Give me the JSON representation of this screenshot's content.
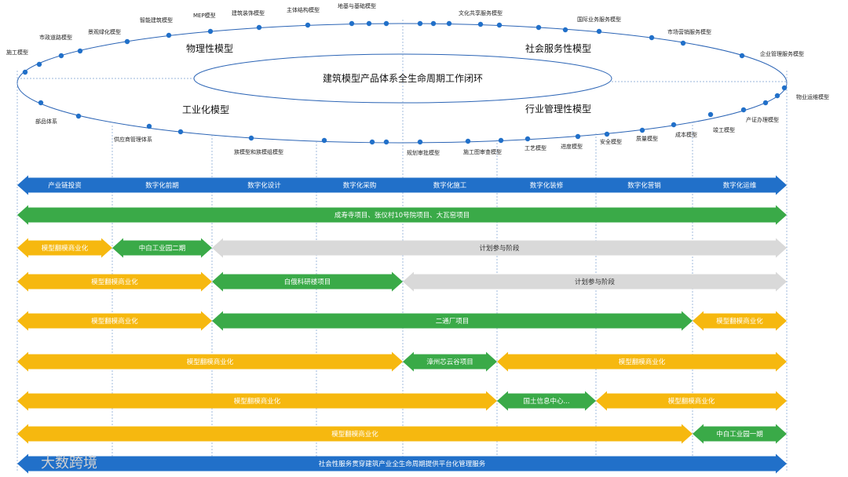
{
  "center_title": "建筑模型产品体系全生命周期工作闭环",
  "quadrants": [
    "物理性模型",
    "社会服务性模型",
    "工业化模型",
    "行业管理性模型"
  ],
  "top_nodes": [
    "施工模型",
    "市政道路模型",
    "景观绿化模型",
    "智能建筑模型",
    "MEP模型",
    "建筑装饰模型",
    "主体结构模型",
    "地基与基础模型",
    "文化共享服务模型",
    "国际业务服务模型",
    "市场营销服务模型",
    "企业管理服务模型"
  ],
  "bottom_nodes": [
    "物业运维模型",
    "产证办理模型",
    "竣工模型",
    "成本模型",
    "质量模型",
    "安全模型",
    "进度模型",
    "工艺模型",
    "施工图审查模型",
    "规划审批模型",
    "族模型和族模组模型",
    "供应商管理体系",
    "部品体系"
  ],
  "stages": [
    "产业链投资",
    "数字化前期",
    "数字化设计",
    "数字化采购",
    "数字化施工",
    "数字化装修",
    "数字化营销",
    "数字化运维"
  ],
  "rows": [
    {
      "segments": [
        {
          "text": "成寿寺项目、张仪村10号院项目、大瓦窑项目",
          "color": "green"
        }
      ]
    },
    {
      "segments": [
        {
          "text": "模型翻模商业化",
          "color": "yellow"
        },
        {
          "text": "中白工业园二期",
          "color": "green"
        },
        {
          "text": "计划参与阶段",
          "color": "gray"
        }
      ]
    },
    {
      "segments": [
        {
          "text": "模型翻模商业化",
          "color": "yellow"
        },
        {
          "text": "白俄科研楼项目",
          "color": "green"
        },
        {
          "text": "计划参与阶段",
          "color": "gray"
        }
      ]
    },
    {
      "segments": [
        {
          "text": "模型翻模商业化",
          "color": "yellow"
        },
        {
          "text": "二通厂项目",
          "color": "green"
        },
        {
          "text": "模型翻模商业化",
          "color": "yellow"
        }
      ]
    },
    {
      "segments": [
        {
          "text": "模型翻模商业化",
          "color": "yellow"
        },
        {
          "text": "漳州芯云谷项目",
          "color": "green"
        },
        {
          "text": "模型翻模商业化",
          "color": "yellow"
        }
      ]
    },
    {
      "segments": [
        {
          "text": "模型翻模商业化",
          "color": "yellow"
        },
        {
          "text": "国土信息中心...",
          "color": "green"
        },
        {
          "text": "模型翻模商业化",
          "color": "yellow"
        }
      ]
    },
    {
      "segments": [
        {
          "text": "模型翻模商业化",
          "color": "yellow"
        },
        {
          "text": "中白工业园一期",
          "color": "green"
        }
      ]
    }
  ],
  "bottom_bar": "社会性服务贯穿建筑产业全生命周期提供平台化管理服务",
  "watermark": "大数跨境",
  "colors": {
    "blue": "#2170c9",
    "green": "#3aaa48",
    "yellow": "#f6b80f",
    "gray": "#d9d9d9",
    "node": "#2170c9",
    "ellipse": "#2b64b5"
  }
}
